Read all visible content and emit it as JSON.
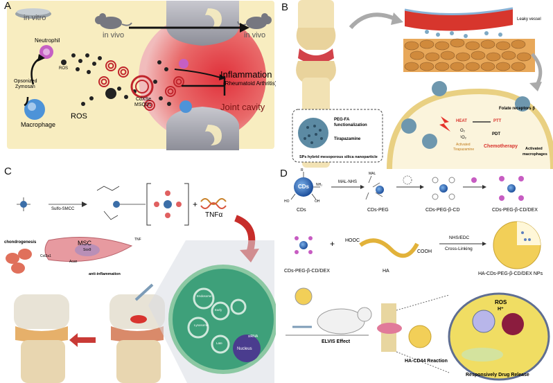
{
  "panelA": {
    "label": "A",
    "in_vitro": "in vitro",
    "in_vivo_left": "in vivo",
    "in_vivo_right": "in vivo",
    "neutrophil": "Neutrophil",
    "ros_small": "ROS",
    "opsonized": "Opsonized",
    "zymosan": "Zymosan",
    "cdxse": "CdXSe",
    "msqds": "MSQDs",
    "ros_large": "ROS",
    "macrophage": "Macrophage",
    "inflammation": "Inflammation",
    "ra": "(Rheumatoid Arthritis)",
    "joint_cavity": "Joint cavity"
  },
  "panelB": {
    "label": "B",
    "leaky_vessel": "Leaky vessel",
    "peg_fa": "PEG-FA",
    "functionalization": "functionalization",
    "tirapazamine": "Tirapazamine",
    "sps": "SPs hybrid mesoporous silica nanoparticle",
    "folate": "Folate receptors β",
    "heat": "HEAT",
    "ptt": "PTT",
    "o2": "O₂",
    "o2_singlet": "¹O₂",
    "pdt": "PDT",
    "activated_tpz_1": "Activated",
    "activated_tpz_2": "Tirapazamine",
    "chemotherapy": "Chemotherapy",
    "activated_mac_1": "Activated",
    "activated_mac_2": "macrophages"
  },
  "panelC": {
    "label": "C",
    "sulfo_smcc": "Sulfo-SMCC",
    "tnfa": "TNFα",
    "chondrogenesis": "chondrogenesis",
    "msc": "MSC",
    "sox9": "Sox9",
    "col2a1": "Col2a1",
    "acan": "Acan",
    "anti_inflammation": "anti-inflammation",
    "tnf": "TNF",
    "nucleus": "Nucleus",
    "sirna": "siRNA",
    "lysosome": "Lysosome",
    "endosome": "Endosome",
    "early": "Early",
    "late": "Late"
  },
  "panelD": {
    "label": "D",
    "cds_core": "CDs",
    "mal_nhs": "MAL-NHS",
    "cds": "CDs",
    "cds_peg": "CDs-PEG",
    "cds_peg_cd": "CDs-PEG-β-CD",
    "cds_peg_cd_dex": "CDs-PEG-β-CD/DEX",
    "cds_peg_cd_dex_2": "CDs-PEG-β-CD/DEX",
    "ha": "HA",
    "hooc": "HOOC",
    "cooh": "COOH",
    "nhs_edc": "NHS/EDC",
    "cross_linking": "Cross-Linking",
    "ha_nps": "HA-CDs-PEG-β-CD/DEX NPs",
    "elvis": "ELVIS Effect",
    "ha_cd44": "HA-CD44 Reaction",
    "release": "Responsively Drug Release",
    "ros": "ROS",
    "h_plus": "H⁺",
    "nh2": "NH₂",
    "mal": "MAL",
    "ho": "HO",
    "oh": "OH",
    "r": "R"
  }
}
